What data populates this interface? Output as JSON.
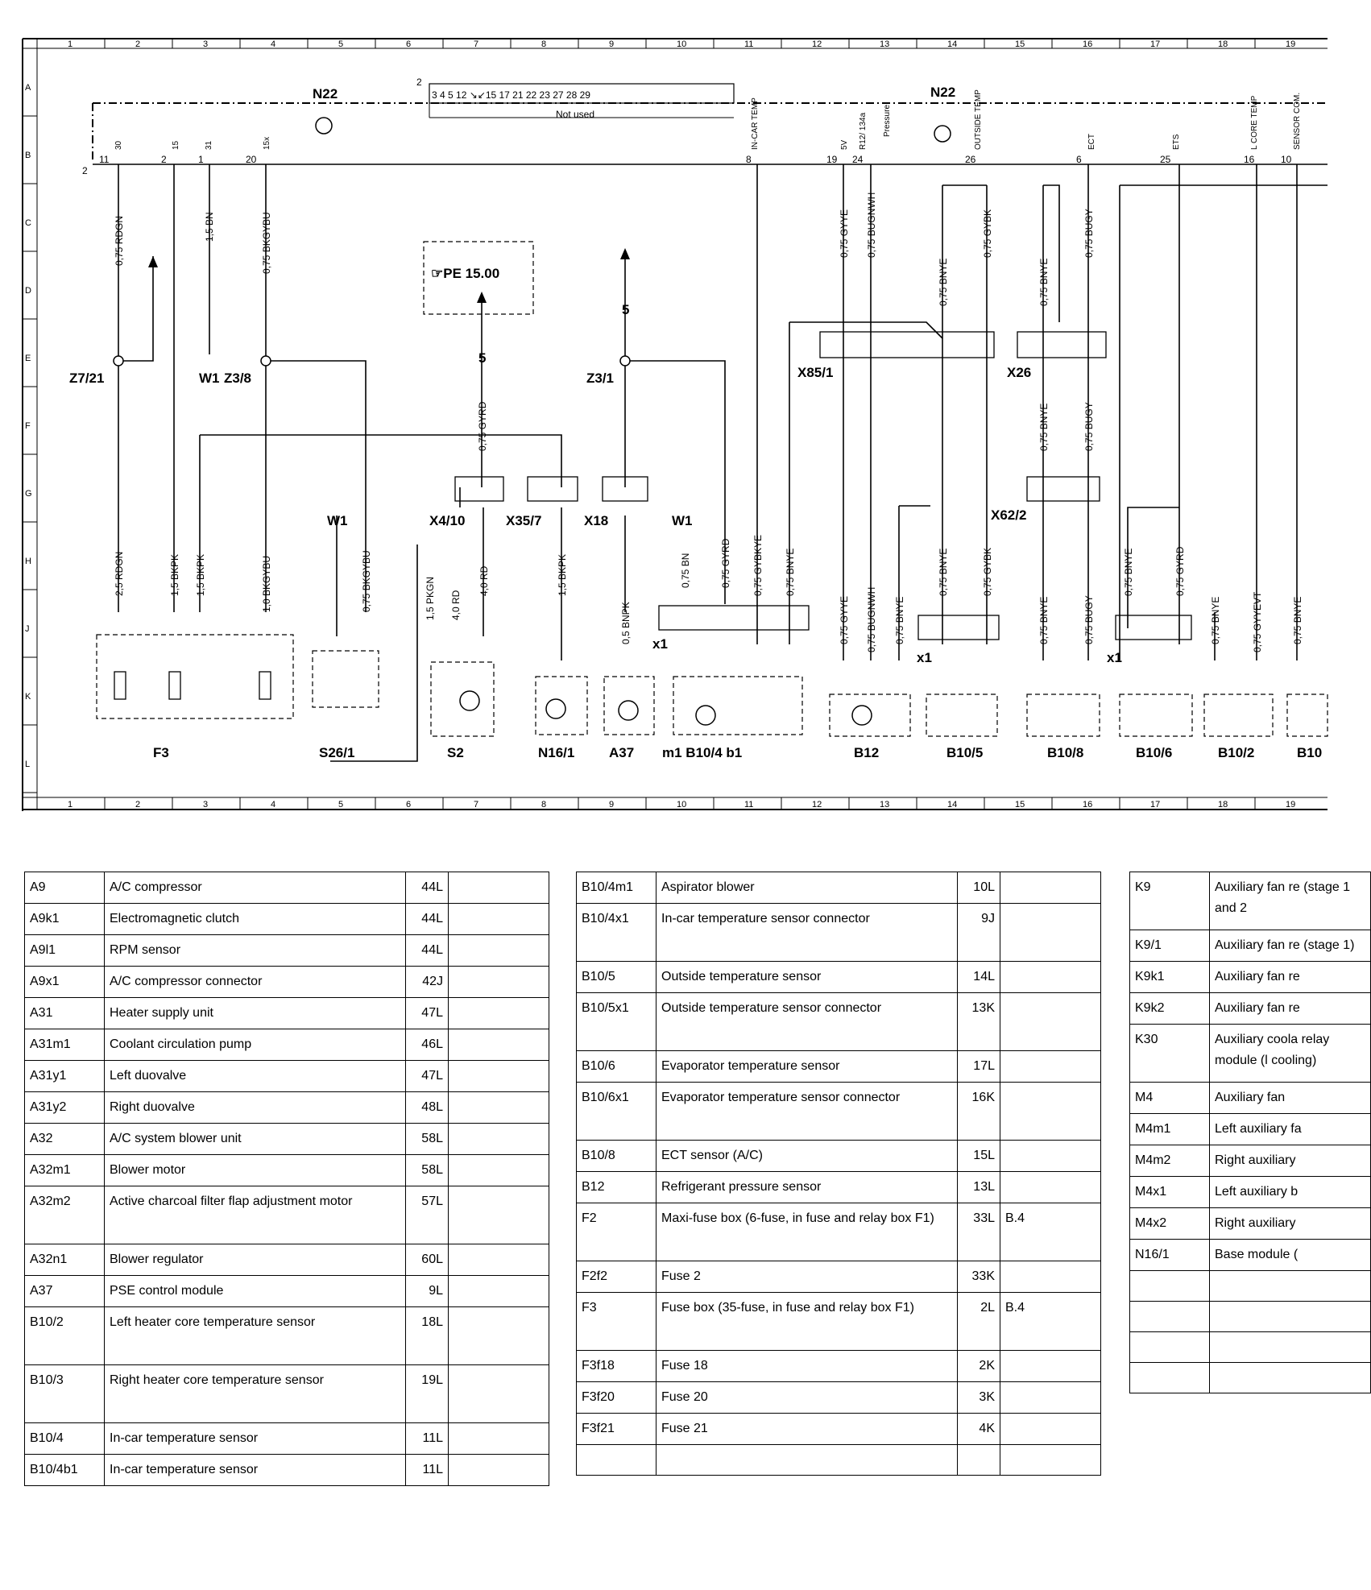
{
  "frame": {
    "columns": [
      "1",
      "2",
      "3",
      "4",
      "5",
      "6",
      "7",
      "8",
      "9",
      "10",
      "11",
      "12",
      "13",
      "14",
      "15",
      "16",
      "17",
      "18",
      "19"
    ],
    "rows": [
      "A",
      "B",
      "C",
      "D",
      "E",
      "F",
      "G",
      "H",
      "J",
      "K",
      "L"
    ]
  },
  "components": {
    "n22_left": "N22",
    "n22_right": "N22",
    "z7_21": "Z7/21",
    "w1_a": "W1",
    "z3_8": "Z3/8",
    "pe_ref": "☞PE 15.00",
    "z3_1": "Z3/1",
    "x85_1": "X85/1",
    "x26": "X26",
    "x4_10": "X4/10",
    "x35_7": "X35/7",
    "x18": "X18",
    "w1_b": "W1",
    "w1_c": "W1",
    "x62_2": "X62/2",
    "x1_a": "x1",
    "x1_b": "x1",
    "x1_c": "x1",
    "f3": "F3",
    "s26_1": "S26/1",
    "s2": "S2",
    "n16_1": "N16/1",
    "a37": "A37",
    "b10_4": "m1 B10/4 b1",
    "b12": "B12",
    "b10_5": "B10/5",
    "b10_8": "B10/8",
    "b10_6": "B10/6",
    "b10_2": "B10/2",
    "b10_x": "B10",
    "not_used": "Not used",
    "connector_pins": "3  4   5   12  ↘↙15  17   21 22  23  27  28  29",
    "num_2a": "2",
    "num_2b": "2",
    "num_5a": "5",
    "num_5b": "5"
  },
  "top_pins": {
    "p30": "30",
    "p15": "15",
    "p31": "31",
    "p15x": "15x",
    "incar": "IN-CAR TEMP",
    "v5": "5V",
    "r12": "R12/ 134a",
    "pressure": "Pressure",
    "outside": "OUTSIDE TEMP",
    "ect": "ECT",
    "ets": "ETS",
    "lcore": "L CORE TEMP",
    "sensor": "SENSOR COM."
  },
  "pin_numbers": {
    "n11": "11",
    "n2": "2",
    "n1": "1",
    "n20": "20",
    "n8": "8",
    "n19": "19",
    "n24": "24",
    "n26": "26",
    "n6": "6",
    "n25": "25",
    "n16": "16",
    "n10": "10"
  },
  "wire_labels": {
    "w_rdgn": "0,75 RDGN",
    "w_bn": "1,5 BN",
    "w_bkgybu": "0,75 BKGYBU",
    "w_gyye": "0,75 GYYE",
    "w_bugnwh": "0,75 BUGNWH",
    "w_bnye1": "0,75 BNYE",
    "w_gybk": "0,75 GYBK",
    "w_bnye2": "0,75 BNYE",
    "w_bugy": "0,75 BUGY",
    "w_bnye3": "0,75 BNYE",
    "w_bugy2": "0,75 BUGY",
    "w_gyrd": "0,75 GYRD",
    "h_rdgn": "2,5 RDGN",
    "h_bkpk1": "1,5 BKPK",
    "h_bkpk2": "1,5 BKPK",
    "h_bkgybu": "1,0 BKGYBU",
    "h_bkgybu2": "0,75 BKGYBU",
    "h_pkgn": "1,5 PKGN",
    "h_rd1": "4,0 RD",
    "h_rd2": "4,0 RD",
    "h_bkpk3": "1,5 BKPK",
    "h_bnpk": "0,5 BNPK",
    "h_bn": "0,75 BN",
    "h_gyrd": "0,75 GYRD",
    "h_gybkye": "0,75 GYBKYE",
    "h_bnye": "0,75 BNYE",
    "h_gyye": "0,75 GYYE",
    "h_bugnwh": "0,75 BUGNWH",
    "h_bnye_b": "0,75 BNYE",
    "h_bnye_c": "0,75 BNYE",
    "h_gybk": "0,75 GYBK",
    "h_bnye_d": "0,75 BNYE",
    "h_bugy": "0,75 BUGY",
    "h_bnye_e": "0,75 BNYE",
    "h_gyrd2": "0,75 GYRD",
    "h_bnye_f": "0,75 BNYE",
    "h_gyyevt": "0,75 GYYEVT",
    "h_bnye_g": "0,75 BNYE"
  },
  "legend1": [
    {
      "code": "A9",
      "desc": "A/C compressor",
      "loc": "44L",
      "ref": ""
    },
    {
      "code": "A9k1",
      "desc": "Electromagnetic clutch",
      "loc": "44L",
      "ref": ""
    },
    {
      "code": "A9l1",
      "desc": "RPM sensor",
      "loc": "44L",
      "ref": ""
    },
    {
      "code": "A9x1",
      "desc": "A/C compressor connector",
      "loc": "42J",
      "ref": ""
    },
    {
      "code": "A31",
      "desc": "Heater supply unit",
      "loc": "47L",
      "ref": ""
    },
    {
      "code": "A31m1",
      "desc": "Coolant circulation pump",
      "loc": "46L",
      "ref": ""
    },
    {
      "code": "A31y1",
      "desc": "Left duovalve",
      "loc": "47L",
      "ref": ""
    },
    {
      "code": "A31y2",
      "desc": "Right duovalve",
      "loc": "48L",
      "ref": ""
    },
    {
      "code": "A32",
      "desc": "A/C system blower unit",
      "loc": "58L",
      "ref": ""
    },
    {
      "code": "A32m1",
      "desc": "Blower motor",
      "loc": "58L",
      "ref": ""
    },
    {
      "code": "A32m2",
      "desc": "Active charcoal filter flap adjustment motor",
      "loc": "57L",
      "ref": ""
    },
    {
      "code": "A32n1",
      "desc": "Blower regulator",
      "loc": "60L",
      "ref": ""
    },
    {
      "code": "A37",
      "desc": "PSE control module",
      "loc": "9L",
      "ref": ""
    },
    {
      "code": "B10/2",
      "desc": "Left heater core temperature sensor",
      "loc": "18L",
      "ref": ""
    },
    {
      "code": "B10/3",
      "desc": "Right heater core temperature sensor",
      "loc": "19L",
      "ref": ""
    },
    {
      "code": "B10/4",
      "desc": "In-car temperature sensor",
      "loc": "11L",
      "ref": ""
    },
    {
      "code": "B10/4b1",
      "desc": "In-car temperature sensor",
      "loc": "11L",
      "ref": ""
    }
  ],
  "legend2": [
    {
      "code": "B10/4m1",
      "desc": "Aspirator blower",
      "loc": "10L",
      "ref": ""
    },
    {
      "code": "B10/4x1",
      "desc": "In-car temperature sensor connector",
      "loc": "9J",
      "ref": ""
    },
    {
      "code": "B10/5",
      "desc": "Outside temperature sensor",
      "loc": "14L",
      "ref": ""
    },
    {
      "code": "B10/5x1",
      "desc": "Outside temperature sensor connector",
      "loc": "13K",
      "ref": ""
    },
    {
      "code": "B10/6",
      "desc": "Evaporator temperature sensor",
      "loc": "17L",
      "ref": ""
    },
    {
      "code": "B10/6x1",
      "desc": "Evaporator temperature sensor connector",
      "loc": "16K",
      "ref": ""
    },
    {
      "code": "B10/8",
      "desc": "ECT sensor (A/C)",
      "loc": "15L",
      "ref": ""
    },
    {
      "code": "B12",
      "desc": "Refrigerant pressure sensor",
      "loc": "13L",
      "ref": ""
    },
    {
      "code": "F2",
      "desc": "Maxi-fuse box (6-fuse, in fuse and relay box F1)",
      "loc": "33L",
      "ref": "B.4"
    },
    {
      "code": "F2f2",
      "desc": "Fuse 2",
      "loc": "33K",
      "ref": ""
    },
    {
      "code": "F3",
      "desc": "Fuse box (35-fuse, in fuse and relay box F1)",
      "loc": "2L",
      "ref": "B.4"
    },
    {
      "code": "F3f18",
      "desc": "Fuse 18",
      "loc": "2K",
      "ref": ""
    },
    {
      "code": "F3f20",
      "desc": "Fuse 20",
      "loc": "3K",
      "ref": ""
    },
    {
      "code": "F3f21",
      "desc": "Fuse 21",
      "loc": "4K",
      "ref": ""
    },
    {
      "code": "",
      "desc": "",
      "loc": "",
      "ref": ""
    }
  ],
  "legend3": [
    {
      "code": "K9",
      "desc": "Auxiliary fan re (stage 1 and 2"
    },
    {
      "code": "K9/1",
      "desc": "Auxiliary fan re (stage 1)"
    },
    {
      "code": "K9k1",
      "desc": "Auxiliary fan re"
    },
    {
      "code": "K9k2",
      "desc": "Auxiliary fan re"
    },
    {
      "code": "K30",
      "desc": "Auxiliary coola relay module (l cooling)"
    },
    {
      "code": "M4",
      "desc": "Auxiliary fan"
    },
    {
      "code": "M4m1",
      "desc": "Left auxiliary fa"
    },
    {
      "code": "M4m2",
      "desc": "Right auxiliary"
    },
    {
      "code": "M4x1",
      "desc": "Left auxiliary b"
    },
    {
      "code": "M4x2",
      "desc": "Right auxiliary"
    },
    {
      "code": "N16/1",
      "desc": "Base module ("
    },
    {
      "code": "",
      "desc": ""
    },
    {
      "code": "",
      "desc": ""
    },
    {
      "code": "",
      "desc": ""
    },
    {
      "code": "",
      "desc": ""
    }
  ]
}
